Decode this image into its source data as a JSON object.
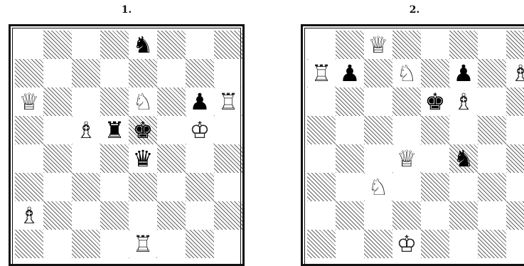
{
  "diagrams": [
    {
      "number": "1.",
      "pieces": [
        {
          "file": 4,
          "rank": 0,
          "glyph": "♞",
          "color": "b",
          "name": "black-knight-icon"
        },
        {
          "file": 0,
          "rank": 2,
          "glyph": "♕",
          "color": "w",
          "name": "white-queen-icon"
        },
        {
          "file": 4,
          "rank": 2,
          "glyph": "♘",
          "color": "w",
          "name": "white-knight-icon"
        },
        {
          "file": 6,
          "rank": 2,
          "glyph": "♟",
          "color": "b",
          "name": "black-pawn-icon"
        },
        {
          "file": 7,
          "rank": 2,
          "glyph": "♖",
          "color": "w",
          "name": "white-rook-icon"
        },
        {
          "file": 2,
          "rank": 3,
          "glyph": "♗",
          "color": "w",
          "name": "white-bishop-icon"
        },
        {
          "file": 3,
          "rank": 3,
          "glyph": "♜",
          "color": "b",
          "name": "black-rook-icon"
        },
        {
          "file": 4,
          "rank": 3,
          "glyph": "♚",
          "color": "b",
          "name": "black-king-icon"
        },
        {
          "file": 6,
          "rank": 3,
          "glyph": "♔",
          "color": "w",
          "name": "white-king-icon"
        },
        {
          "file": 4,
          "rank": 4,
          "glyph": "♛",
          "color": "b",
          "name": "black-queen-icon"
        },
        {
          "file": 0,
          "rank": 6,
          "glyph": "♗",
          "color": "w",
          "name": "white-bishop-icon"
        },
        {
          "file": 4,
          "rank": 7,
          "glyph": "♖",
          "color": "w",
          "name": "white-rook-icon"
        }
      ]
    },
    {
      "number": "2.",
      "pieces": [
        {
          "file": 2,
          "rank": 0,
          "glyph": "♕",
          "color": "w",
          "name": "white-queen-icon"
        },
        {
          "file": 0,
          "rank": 1,
          "glyph": "♖",
          "color": "w",
          "name": "white-rook-icon"
        },
        {
          "file": 1,
          "rank": 1,
          "glyph": "♟",
          "color": "b",
          "name": "black-pawn-icon"
        },
        {
          "file": 3,
          "rank": 1,
          "glyph": "♘",
          "color": "w",
          "name": "white-knight-icon"
        },
        {
          "file": 5,
          "rank": 1,
          "glyph": "♟",
          "color": "b",
          "name": "black-pawn-icon"
        },
        {
          "file": 7,
          "rank": 1,
          "glyph": "♗",
          "color": "w",
          "name": "white-bishop-icon"
        },
        {
          "file": 4,
          "rank": 2,
          "glyph": "♚",
          "color": "b",
          "name": "black-king-icon"
        },
        {
          "file": 5,
          "rank": 2,
          "glyph": "♗",
          "color": "w",
          "name": "white-bishop-icon"
        },
        {
          "file": 3,
          "rank": 4,
          "glyph": "♕",
          "color": "w",
          "name": "white-queen-icon"
        },
        {
          "file": 5,
          "rank": 4,
          "glyph": "♞",
          "color": "b",
          "name": "black-knight-icon"
        },
        {
          "file": 2,
          "rank": 5,
          "glyph": "♘",
          "color": "w",
          "name": "white-knight-icon"
        },
        {
          "file": 3,
          "rank": 7,
          "glyph": "♔",
          "color": "w",
          "name": "white-king-icon"
        }
      ]
    }
  ]
}
